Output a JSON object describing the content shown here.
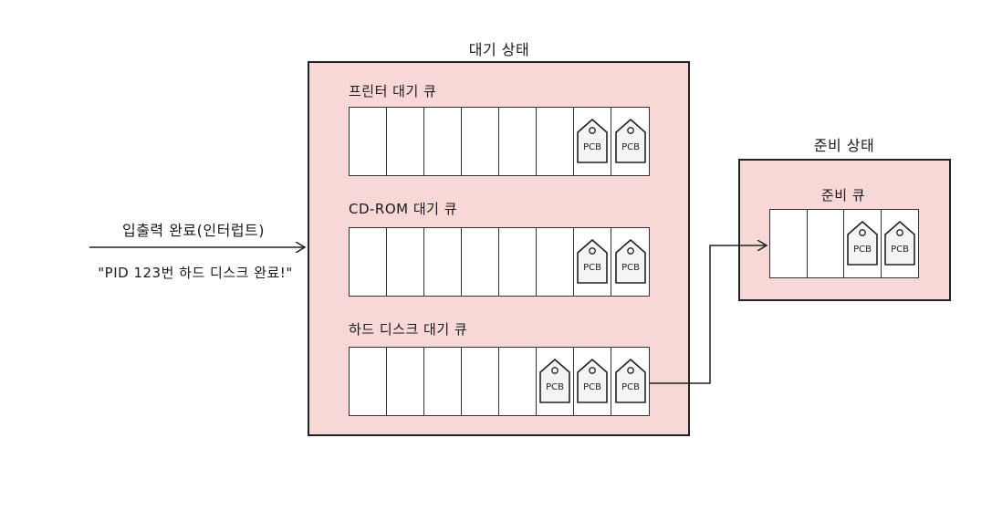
{
  "waiting_state": {
    "title": "대기 상태",
    "queues": [
      {
        "label": "프린터 대기 큐",
        "slots": 8,
        "pcbs": 2
      },
      {
        "label": "CD-ROM 대기 큐",
        "slots": 8,
        "pcbs": 2
      },
      {
        "label": "하드 디스크 대기 큐",
        "slots": 8,
        "pcbs": 3
      }
    ]
  },
  "ready_state": {
    "title": "준비 상태",
    "queue": {
      "label": "준비 큐",
      "slots": 4,
      "pcbs": 2
    }
  },
  "event": {
    "title": "입출력 완료(인터럽트)",
    "message": "\"PID 123번 하드 디스크 완료!\""
  },
  "pcb_label": "PCB",
  "colors": {
    "state_fill": "#f8d7d7",
    "outline": "#222222",
    "slot_fill": "#ffffff"
  }
}
